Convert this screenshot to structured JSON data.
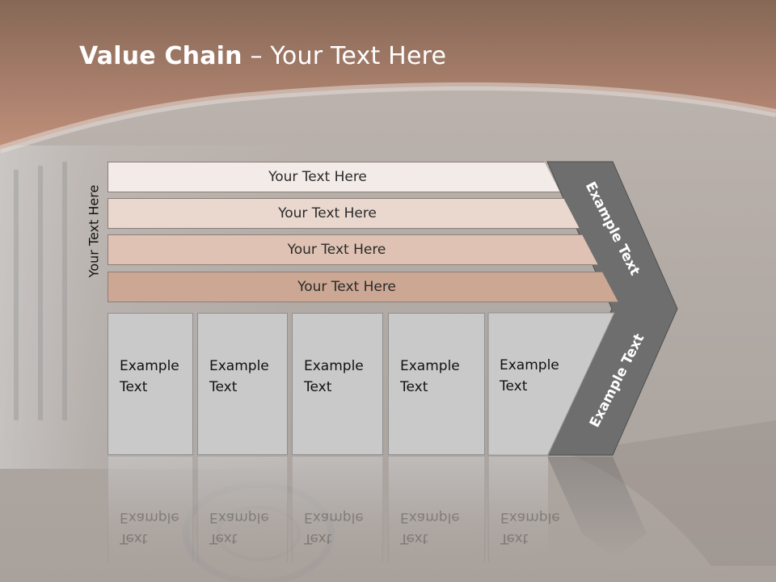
{
  "slide": {
    "title_bold": "Value Chain",
    "title_rest": " – Your Text Here"
  },
  "side_label": "Your Text Here",
  "bars": [
    {
      "label": "Your Text Here",
      "color": "#f3ebe8"
    },
    {
      "label": "Your Text Here",
      "color": "#ead8cf"
    },
    {
      "label": "Your Text Here",
      "color": "#dfc2b3"
    },
    {
      "label": "Your Text Here",
      "color": "#cca793"
    }
  ],
  "boxes": [
    {
      "line1": "Example",
      "line2": "Text"
    },
    {
      "line1": "Example",
      "line2": "Text"
    },
    {
      "line1": "Example",
      "line2": "Text"
    },
    {
      "line1": "Example",
      "line2": "Text"
    },
    {
      "line1": "Example",
      "line2": "Text"
    }
  ],
  "chevron": {
    "upper_label": "Example Text",
    "lower_label": "Example Text",
    "color": "#6e6e6e"
  },
  "theme": {
    "band_top": "#866755",
    "band_bottom": "#c0907b"
  }
}
